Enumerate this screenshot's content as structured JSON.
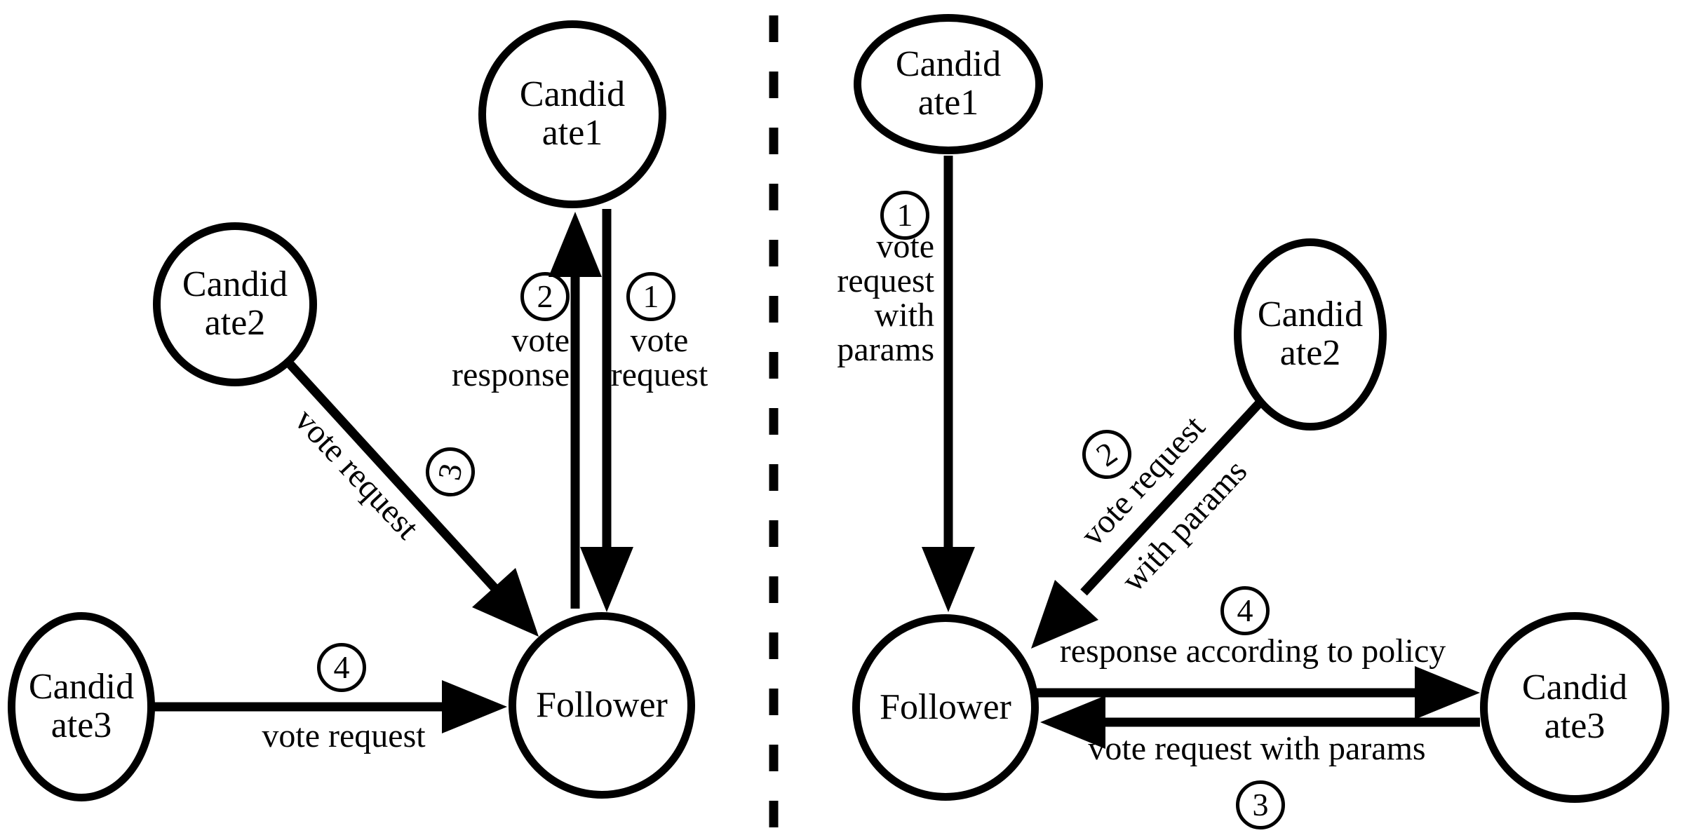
{
  "left": {
    "candidate1": "Candid\nate1",
    "candidate2": "Candid\nate2",
    "candidate3": "Candid\nate3",
    "follower": "Follower",
    "step1_num": "1",
    "step1_label": "vote\nrequest",
    "step2_num": "2",
    "step2_label": "vote\nresponse",
    "step3_num": "3",
    "step3_label": "vote request",
    "step4_num": "4",
    "step4_label": "vote request"
  },
  "right": {
    "candidate1": "Candid\nate1",
    "candidate2": "Candid\nate2",
    "candidate3": "Candid\nate3",
    "follower": "Follower",
    "step1_num": "1",
    "step1_label": "vote\nrequest\nwith\nparams",
    "step2_num": "2",
    "step2_label_line1": "vote request",
    "step2_label_line2": "with params",
    "step3_num": "3",
    "step3_label": "vote request with params",
    "step4_num": "4",
    "step4_label": "response according to policy"
  }
}
